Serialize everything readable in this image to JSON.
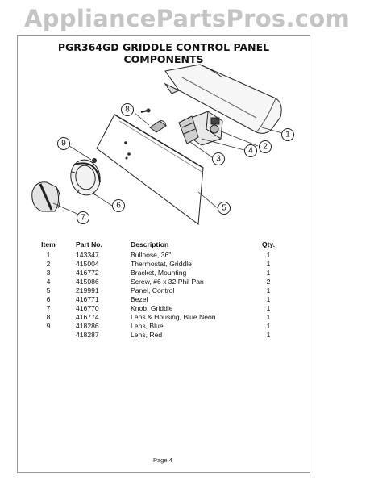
{
  "watermark": "AppliancePartsPros.com",
  "title": "PGR364GD GRIDDLE CONTROL PANEL COMPONENTS",
  "callouts": [
    "1",
    "2",
    "3",
    "4",
    "5",
    "6",
    "7",
    "8",
    "9"
  ],
  "table": {
    "headers": {
      "item": "Item",
      "part": "Part No.",
      "desc": "Description",
      "qty": "Qty."
    },
    "rows": [
      {
        "item": "1",
        "part": "143347",
        "desc": "Bullnose, 36\"",
        "qty": "1"
      },
      {
        "item": "2",
        "part": "415004",
        "desc": "Thermostat, Griddle",
        "qty": "1"
      },
      {
        "item": "3",
        "part": "416772",
        "desc": "Bracket, Mounting",
        "qty": "1"
      },
      {
        "item": "4",
        "part": "415086",
        "desc": "Screw, #6 x 32 Phil Pan",
        "qty": "2"
      },
      {
        "item": "5",
        "part": "219991",
        "desc": "Panel, Control",
        "qty": "1"
      },
      {
        "item": "6",
        "part": "416771",
        "desc": "Bezel",
        "qty": "1"
      },
      {
        "item": "7",
        "part": "416770",
        "desc": "Knob, Griddle",
        "qty": "1"
      },
      {
        "item": "8",
        "part": "416774",
        "desc": "Lens & Housing, Blue Neon",
        "qty": "1"
      },
      {
        "item": "9",
        "part": "418286",
        "desc": "Lens, Blue",
        "qty": "1"
      },
      {
        "item": "",
        "part": "418287",
        "desc": "Lens, Red",
        "qty": "1"
      }
    ]
  },
  "footer": {
    "page": "Page 4"
  }
}
